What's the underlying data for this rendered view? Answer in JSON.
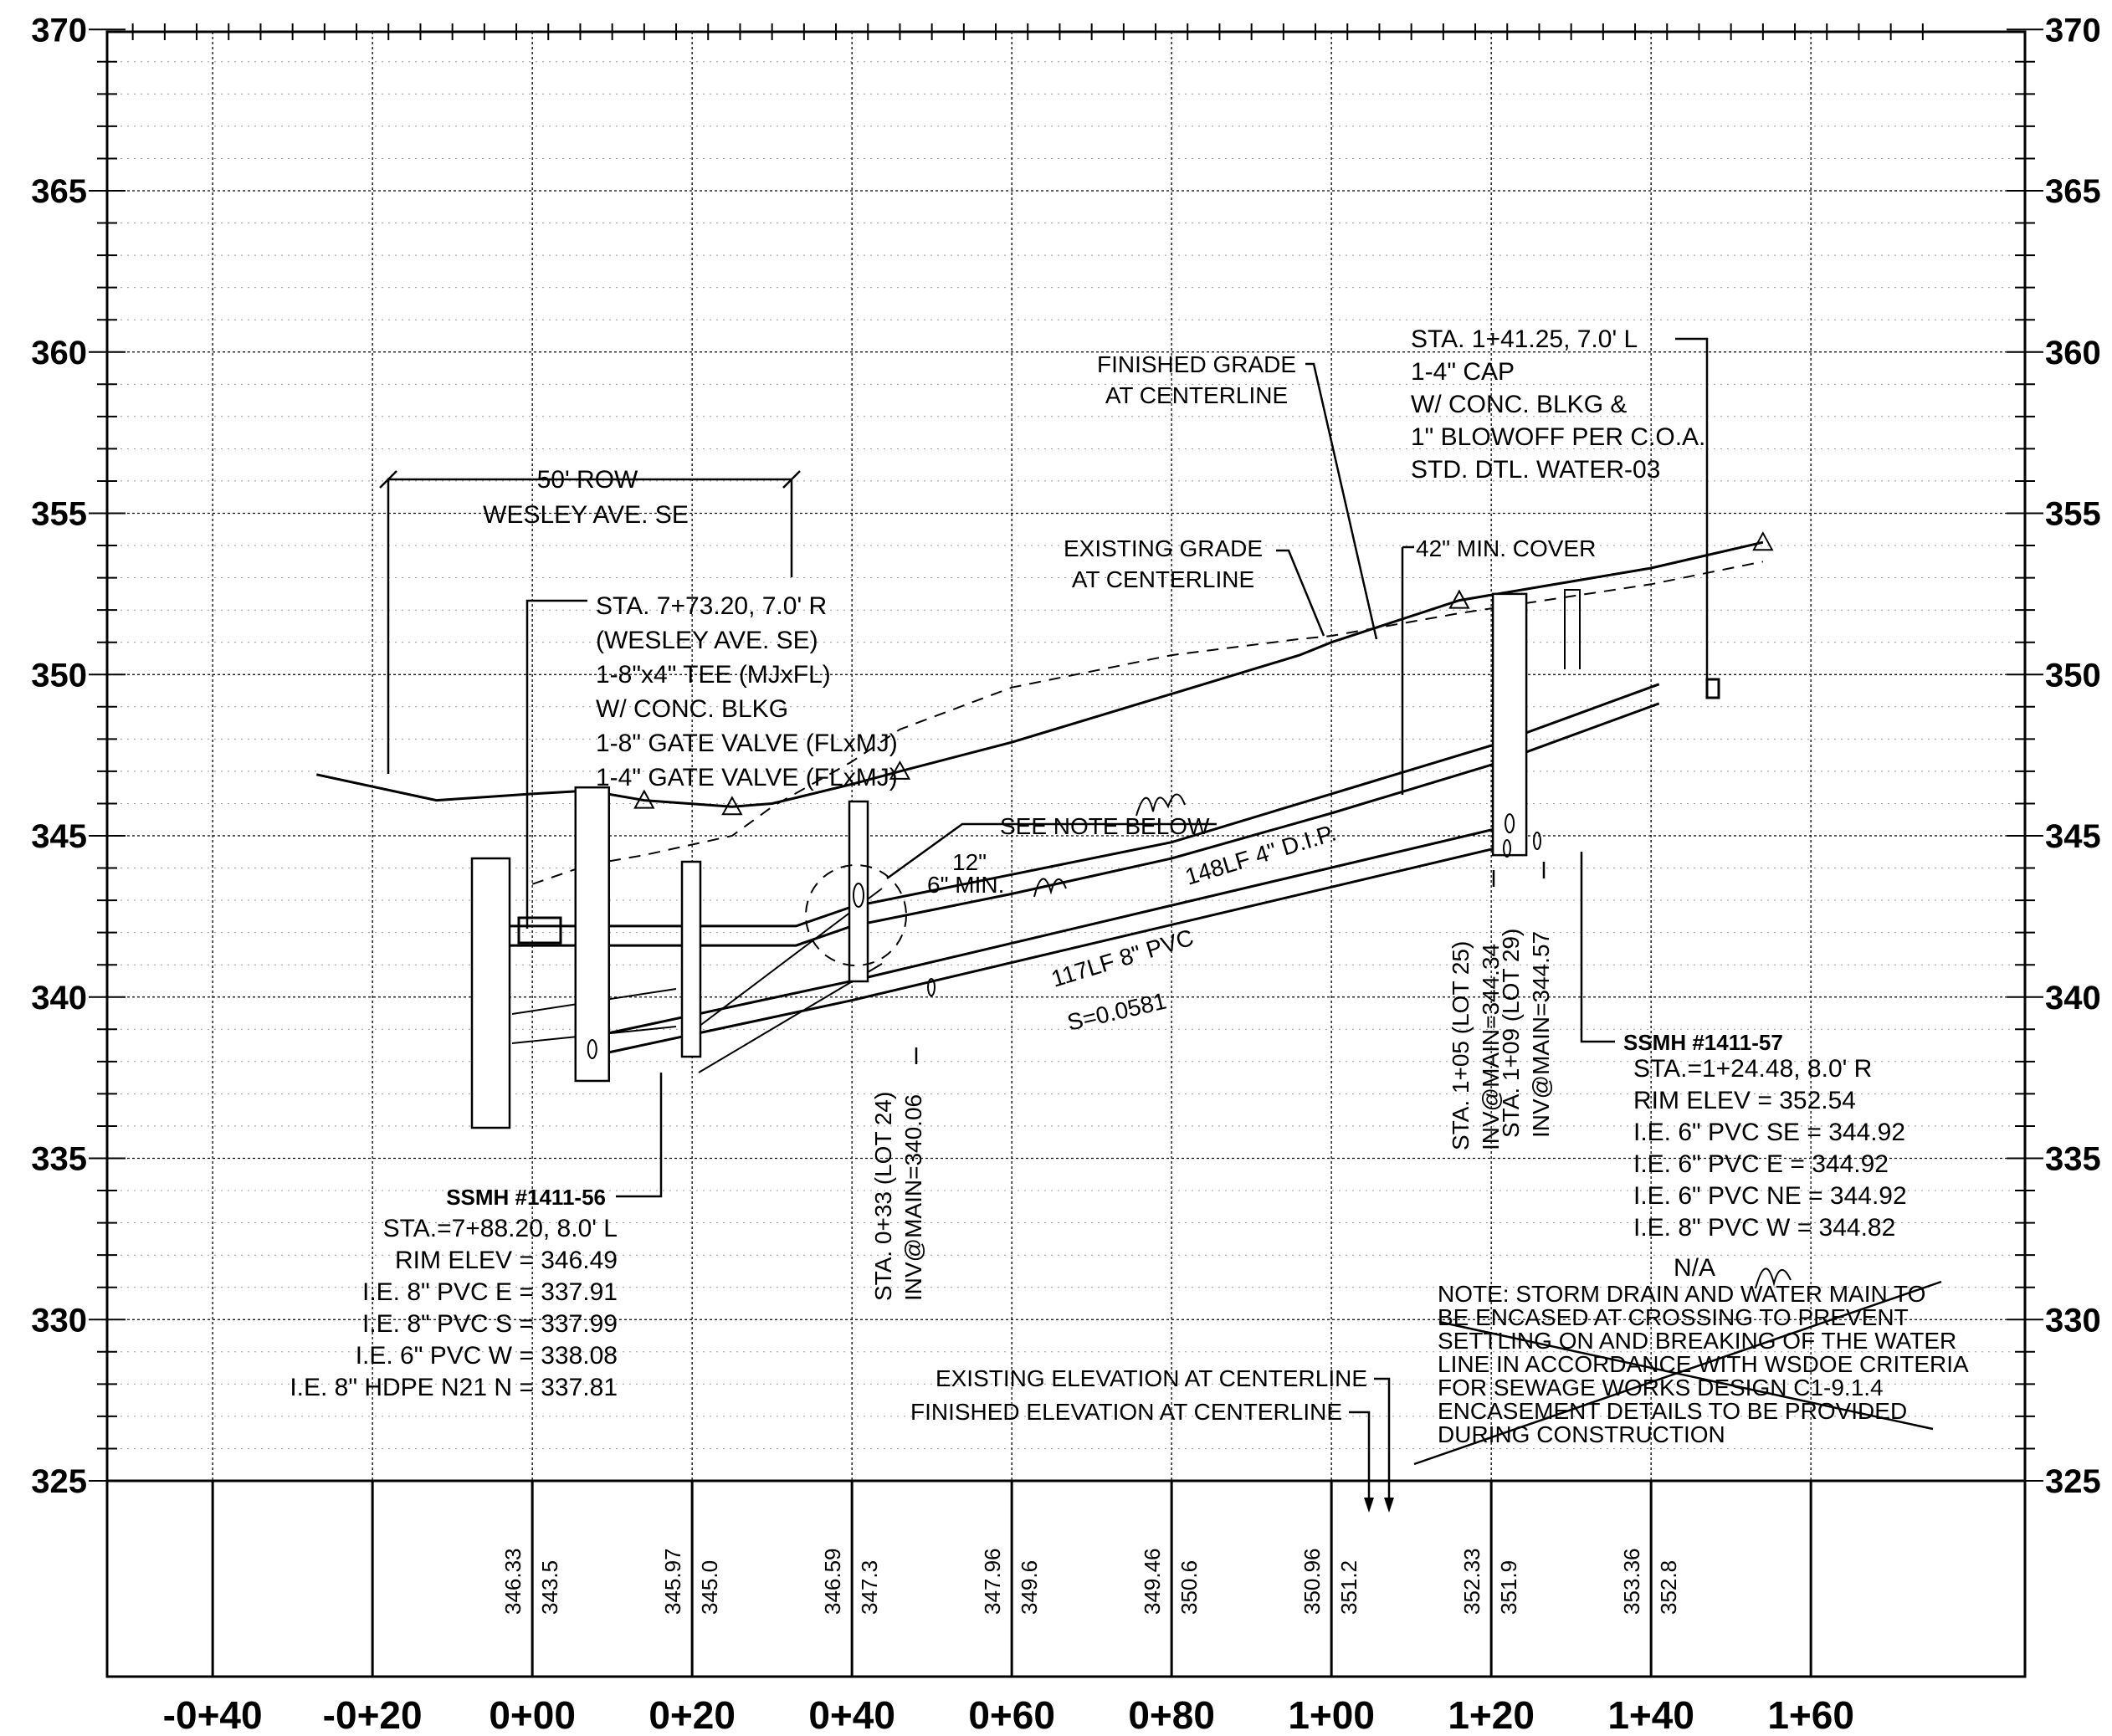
{
  "chart_data": {
    "type": "profile",
    "x_axis": {
      "ticks": [
        -40,
        -20,
        0,
        20,
        40,
        60,
        80,
        100,
        120,
        140,
        160
      ],
      "labels": [
        "-0+40",
        "-0+20",
        "0+00",
        "0+20",
        "0+40",
        "0+60",
        "0+80",
        "1+00",
        "1+20",
        "1+40",
        "1+60"
      ],
      "range": [
        -53,
        175
      ]
    },
    "y_axis": {
      "ticks": [
        325,
        330,
        335,
        340,
        345,
        350,
        355,
        360,
        365,
        370
      ],
      "labels": [
        "325",
        "330",
        "335",
        "340",
        "345",
        "350",
        "355",
        "360",
        "365",
        "370"
      ],
      "range": [
        325,
        370
      ]
    },
    "grid": true,
    "existing_grade": {
      "x": [
        0,
        7,
        14,
        25,
        30,
        40,
        46,
        60,
        80,
        96,
        100,
        116,
        140,
        154
      ],
      "y": [
        343.5,
        344.1,
        344.4,
        345.0,
        345.9,
        347.3,
        348.3,
        349.6,
        350.6,
        351.1,
        351.2,
        351.9,
        352.8,
        353.5
      ]
    },
    "finished_grade": {
      "x": [
        -27,
        -12,
        0,
        7,
        14,
        25,
        30,
        40,
        46,
        60,
        80,
        96,
        100,
        116,
        140,
        154
      ],
      "y": [
        346.9,
        346.1,
        346.3,
        346.4,
        346.1,
        345.9,
        346.0,
        346.6,
        347.0,
        347.9,
        349.4,
        350.6,
        351.0,
        352.3,
        353.3,
        354.1
      ]
    },
    "water_main": {
      "x": [
        -6.5,
        33,
        40,
        60,
        80,
        100,
        120,
        141
      ],
      "y_top": [
        342.2,
        342.2,
        342.8,
        343.8,
        344.8,
        346.3,
        347.8,
        349.7
      ],
      "y_bottom": [
        341.6,
        341.6,
        342.2,
        343.2,
        344.3,
        345.7,
        347.2,
        349.1
      ]
    },
    "sewer_main": {
      "x": [
        8,
        40,
        122
      ],
      "y_top": [
        338.8,
        340.5,
        345.3
      ],
      "y_bottom": [
        338.2,
        339.9,
        344.7
      ]
    },
    "manholes": [
      {
        "station": 7.5,
        "rim": 346.5,
        "invert": 337.4
      },
      {
        "station": 122.3,
        "rim": 352.5,
        "invert": 344.4
      }
    ],
    "elevation_table": {
      "stations": [
        0,
        20,
        40,
        60,
        80,
        100,
        120,
        140
      ],
      "existing": [
        "343.5",
        "345.0",
        "347.3",
        "349.6",
        "350.6",
        "351.2",
        "351.9",
        "352.8"
      ],
      "finished": [
        "346.33",
        "345.97",
        "346.59",
        "347.96",
        "349.46",
        "350.96",
        "352.33",
        "353.36"
      ]
    }
  },
  "annotations": {
    "row_dim": "50' ROW",
    "row_street": "WESLEY AVE. SE",
    "tee_callout": [
      "STA. 7+73.20, 7.0' R",
      "(WESLEY AVE. SE)",
      "1-8\"x4\" TEE (MJxFL)",
      "W/ CONC. BLKG",
      "1-8\" GATE VALVE (FLxMJ)",
      "1-4\" GATE VALVE (FLxMJ)"
    ],
    "cap_callout": [
      "STA. 1+41.25, 7.0' L",
      "1-4\" CAP",
      "W/ CONC. BLKG &",
      "1\" BLOWOFF PER C.O.A.",
      "STD. DTL. WATER-03"
    ],
    "finished_grade": [
      "FINISHED GRADE",
      "AT CENTERLINE"
    ],
    "existing_grade": [
      "EXISTING GRADE",
      "AT CENTERLINE"
    ],
    "min_cover": "42\" MIN. COVER",
    "see_note": "SEE NOTE BELOW",
    "sep_12": "12\"",
    "sep_6": "6\" MIN.",
    "water_pipe": "148LF 4\" D.I.P.",
    "sewer_pipe": "117LF 8\" PVC",
    "slope": "S=0.0581",
    "inv_lot24": [
      "STA. 0+33 (LOT 24)",
      "INV@MAIN=340.06"
    ],
    "inv_lot25": [
      "STA. 1+05 (LOT 25)",
      "INV@MAIN=344.34"
    ],
    "inv_lot29": [
      "STA. 1+09 (LOT 29)",
      "INV@MAIN=344.57"
    ],
    "ssmh56": [
      "SSMH #1411-56",
      "STA.=7+88.20, 8.0' L",
      "RIM ELEV = 346.49",
      "I.E. 8\" PVC E = 337.91",
      "I.E. 8\" PVC S = 337.99",
      "I.E. 6\" PVC W = 338.08",
      "I.E. 8\" HDPE N21 N = 337.81"
    ],
    "ssmh57": [
      "SSMH #1411-57",
      "STA.=1+24.48, 8.0' R",
      "RIM ELEV = 352.54",
      "I.E. 6\" PVC SE = 344.92",
      "I.E. 6\" PVC E = 344.92",
      "I.E. 6\" PVC NE = 344.92",
      "I.E. 8\" PVC W = 344.82"
    ],
    "note": [
      "NOTE: STORM DRAIN AND WATER MAIN TO",
      "BE ENCASED AT CROSSING TO PREVENT",
      "SETTLING ON AND BREAKING OF THE WATER",
      "LINE IN ACCORDANCE WITH WSDOE CRITERIA",
      "FOR SEWAGE WORKS DESIGN C1-9.1.4",
      "ENCASEMENT DETAILS TO BE PROVIDED",
      "DURING CONSTRUCTION"
    ],
    "na_mark": "N/A",
    "legend_existing": "EXISTING ELEVATION AT CENTERLINE",
    "legend_finished": "FINISHED ELEVATION AT CENTERLINE"
  }
}
